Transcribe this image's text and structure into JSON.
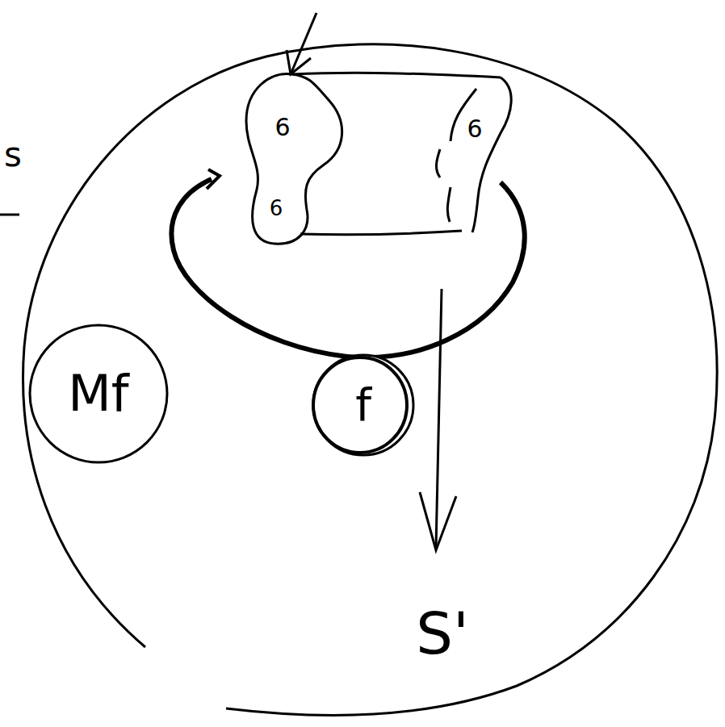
{
  "diagram": {
    "nodes": [
      {
        "text": [
          "Mf"
        ]
      },
      {
        "text": [
          "f"
        ]
      }
    ],
    "labels": [
      "s",
      "6",
      "6",
      "6",
      "S'"
    ]
  }
}
